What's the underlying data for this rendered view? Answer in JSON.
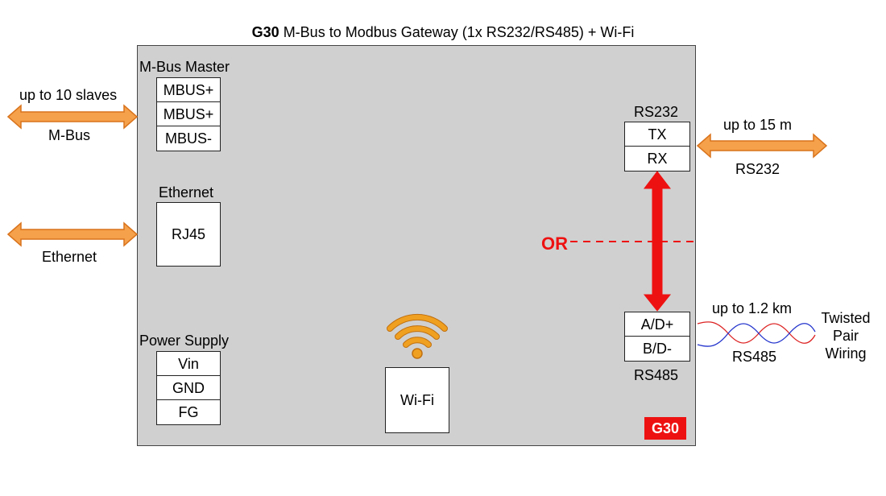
{
  "title": {
    "bold": "G30",
    "rest": "M-Bus to Modbus Gateway (1x RS232/RS485) + Wi-Fi"
  },
  "mbus": {
    "heading": "M-Bus Master",
    "terminals": [
      "MBUS+",
      "MBUS+",
      "MBUS-"
    ],
    "arrow_top": "up to 10 slaves",
    "arrow_bottom": "M-Bus"
  },
  "ethernet": {
    "heading": "Ethernet",
    "port": "RJ45",
    "arrow_label": "Ethernet"
  },
  "power": {
    "heading": "Power Supply",
    "terminals": [
      "Vin",
      "GND",
      "FG"
    ]
  },
  "wifi": {
    "label": "Wi-Fi",
    "icon": "wifi-icon"
  },
  "rs232": {
    "heading": "RS232",
    "terminals": [
      "TX",
      "RX"
    ],
    "arrow_top": "up to 15 m",
    "arrow_bottom": "RS232"
  },
  "rs485": {
    "heading": "RS485",
    "terminals": [
      "A/D+",
      "B/D-"
    ],
    "cable_top": "up to 1.2 km",
    "cable_bottom": "RS485",
    "wiring": [
      "Twisted",
      "Pair",
      "Wiring"
    ]
  },
  "or_label": "OR",
  "badge": "G30",
  "colors": {
    "arrow_fill": "#f5a04a",
    "arrow_stroke": "#d9731c",
    "accent_red": "#ee1111",
    "device_bg": "#d0d0d0",
    "wifi": "#f0a020",
    "wire_red": "#dd2222",
    "wire_blue": "#2233cc"
  }
}
